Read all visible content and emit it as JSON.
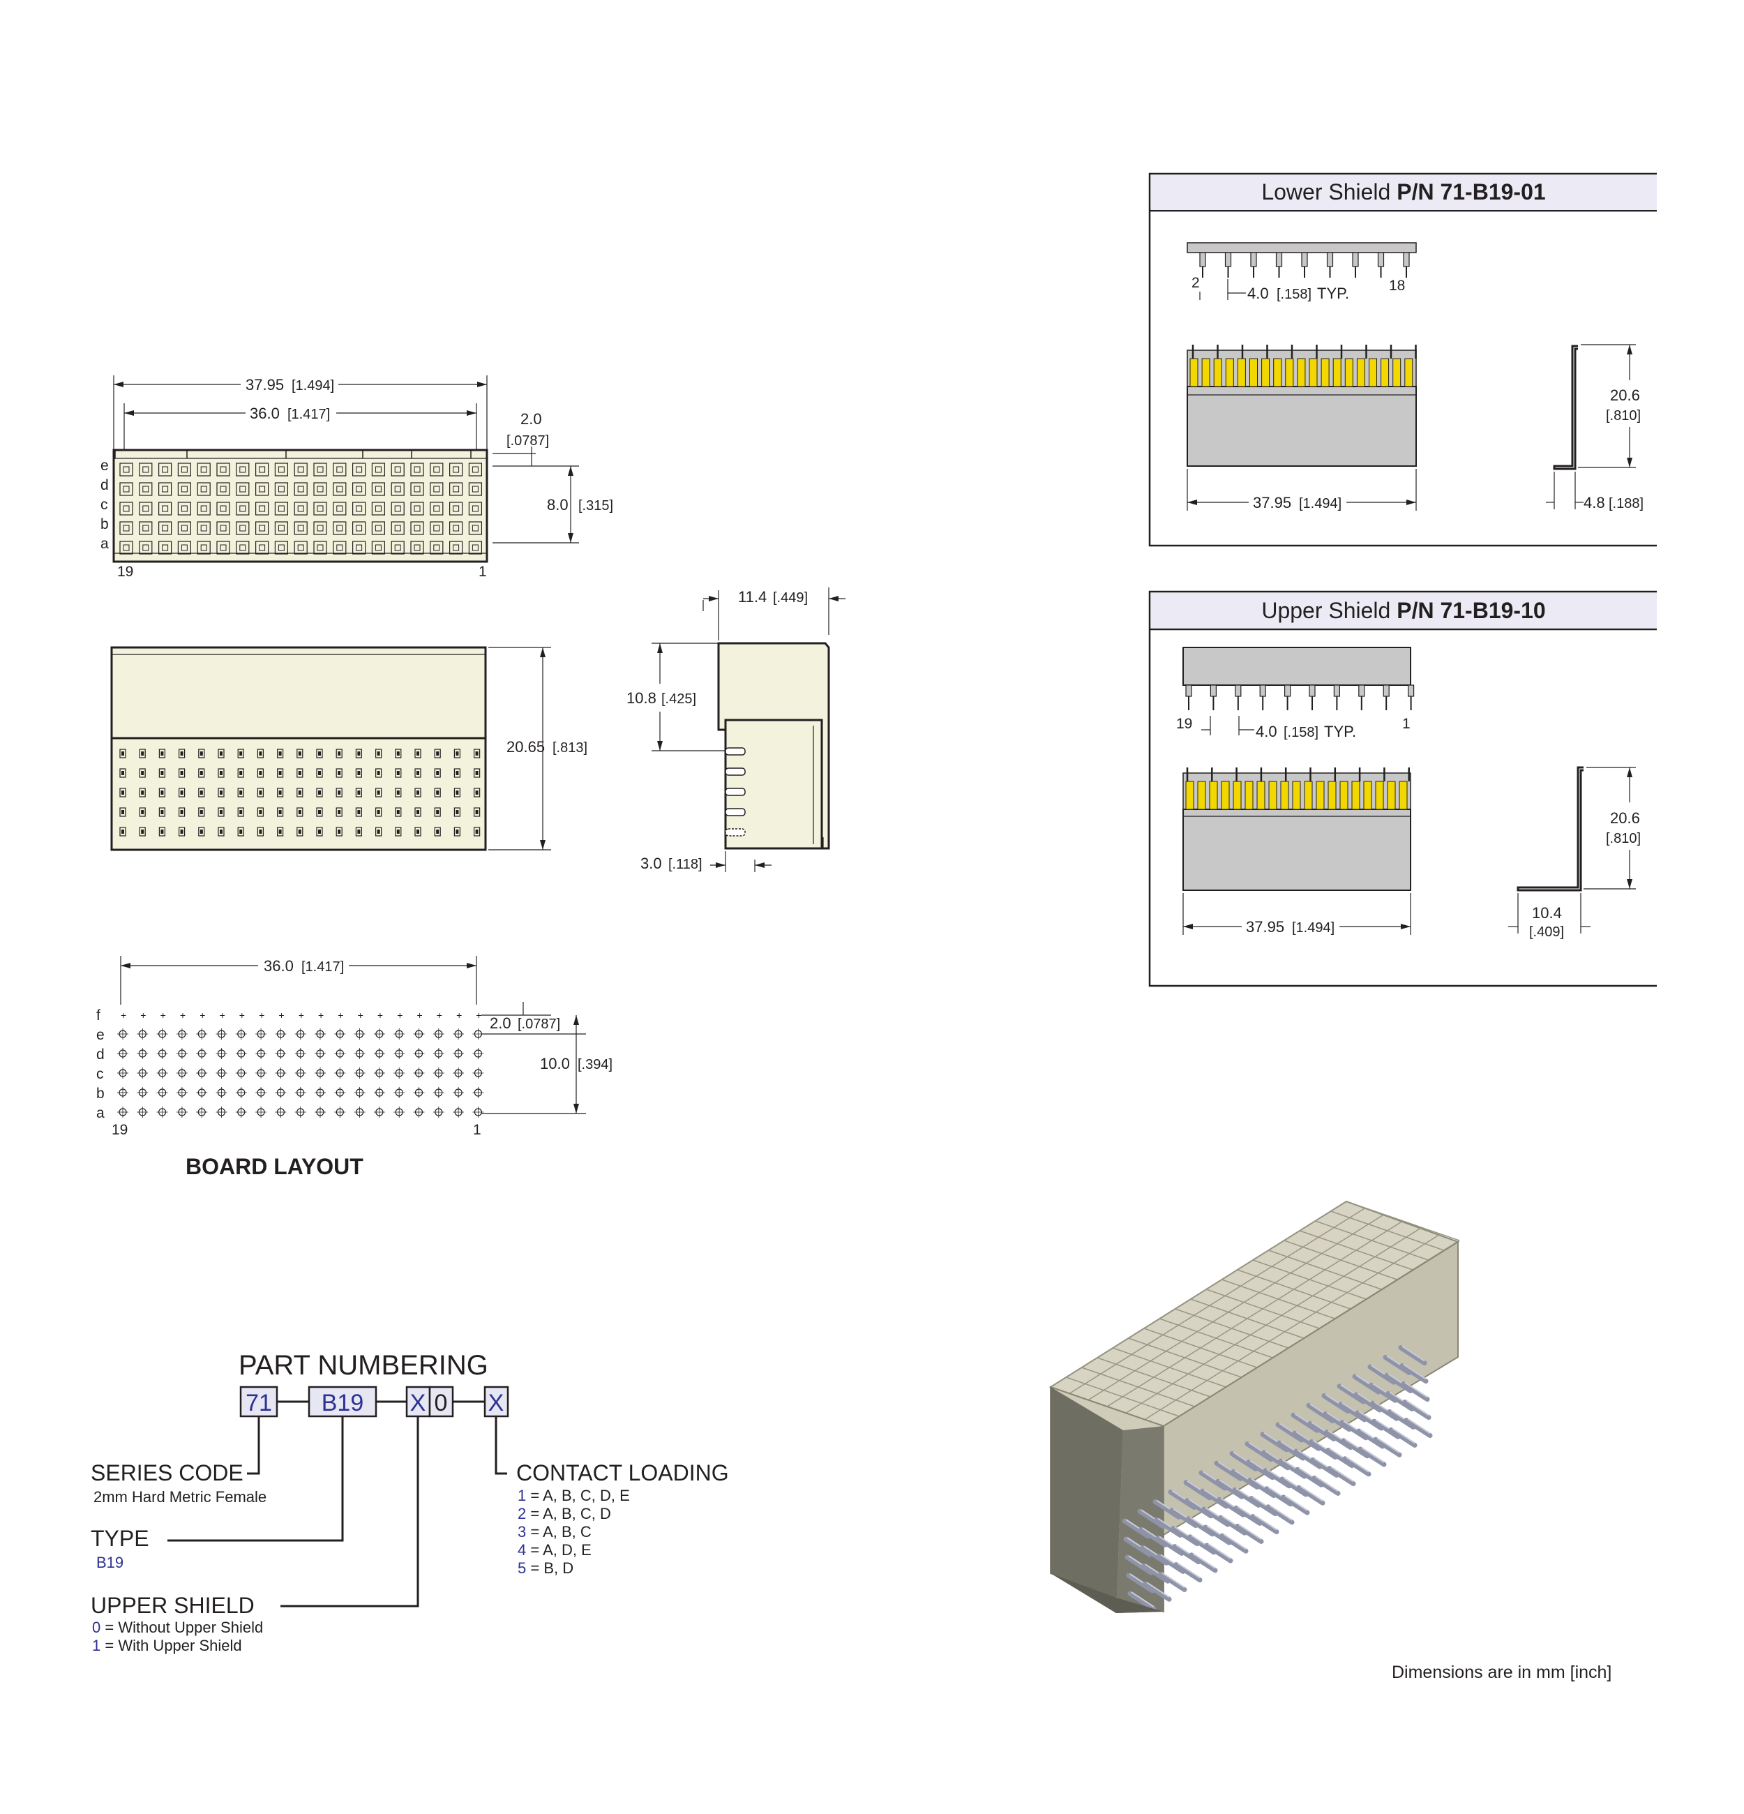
{
  "front_view": {
    "dim_overall": "37.95",
    "dim_overall_in": "[1.494]",
    "dim_pitch_span": "36.0",
    "dim_pitch_span_in": "[1.417]",
    "dim_edge": "2.0",
    "dim_edge_in": "[.0787]",
    "dim_rows": "8.0",
    "dim_rows_in": "[.315]",
    "row_labels": [
      "e",
      "d",
      "c",
      "b",
      "a"
    ],
    "col_left": "19",
    "col_right": "1"
  },
  "rear_view": {
    "dim_height": "20.65",
    "dim_height_in": "[.813]"
  },
  "side_view": {
    "dim_depth": "11.4",
    "dim_depth_in": "[.449]",
    "dim_upper": "10.8",
    "dim_upper_in": "[.425]",
    "dim_pin": "3.0",
    "dim_pin_in": "[.118]"
  },
  "board_layout": {
    "dim_span": "36.0",
    "dim_span_in": "[1.417]",
    "dim_edge": "2.0",
    "dim_edge_in": "[.0787]",
    "dim_rows": "10.0",
    "dim_rows_in": "[.394]",
    "row_labels": [
      "f",
      "e",
      "d",
      "c",
      "b",
      "a"
    ],
    "col_left": "19",
    "col_right": "1",
    "title": "BOARD LAYOUT"
  },
  "lower_shield": {
    "title_prefix": "Lower Shield ",
    "title_pn": "P/N 71-B19-01",
    "pin_left": "2",
    "pin_right": "18",
    "pitch": "4.0",
    "pitch_in": "[.158]",
    "pitch_suffix": "TYP.",
    "dim_height": "20.6",
    "dim_height_in": "[.810]",
    "dim_width": "37.95",
    "dim_width_in": "[1.494]",
    "dim_foot": "4.8",
    "dim_foot_in": "[.188]"
  },
  "upper_shield": {
    "title_prefix": "Upper Shield ",
    "title_pn": "P/N 71-B19-10",
    "pin_left": "19",
    "pin_right": "1",
    "pitch": "4.0",
    "pitch_in": "[.158]",
    "pitch_suffix": "TYP.",
    "dim_height": "20.6",
    "dim_height_in": "[.810]",
    "dim_width": "37.95",
    "dim_width_in": "[1.494]",
    "dim_foot": "10.4",
    "dim_foot_in": "[.409]"
  },
  "part_numbering": {
    "title": "PART NUMBERING",
    "boxes": [
      "71",
      "B19",
      "X",
      "0",
      "X"
    ],
    "series_code": "SERIES CODE",
    "series_desc": "2mm Hard Metric Female",
    "type": "TYPE",
    "type_value": "B19",
    "upper_shield": "UPPER SHIELD",
    "upper_opts": [
      {
        "code": "0",
        "text": " = Without Upper Shield"
      },
      {
        "code": "1",
        "text": " = With Upper Shield"
      }
    ],
    "contact_loading": "CONTACT LOADING",
    "contact_opts": [
      {
        "code": "1",
        "text": " = A, B, C, D, E"
      },
      {
        "code": "2",
        "text": " = A, B, C, D"
      },
      {
        "code": "3",
        "text": " = A, B, C"
      },
      {
        "code": "4",
        "text": " = A, D, E"
      },
      {
        "code": "5",
        "text": " = B, D"
      }
    ]
  },
  "footnote": "Dimensions are in mm [inch]",
  "colors": {
    "cream": "#f3f2dc",
    "shield_gray": "#c8c8c8",
    "contact_gold": "#f2d800",
    "blue_text": "#2e3192",
    "iso_body": "#cfcbbb",
    "iso_shadow": "#6f6e63"
  }
}
